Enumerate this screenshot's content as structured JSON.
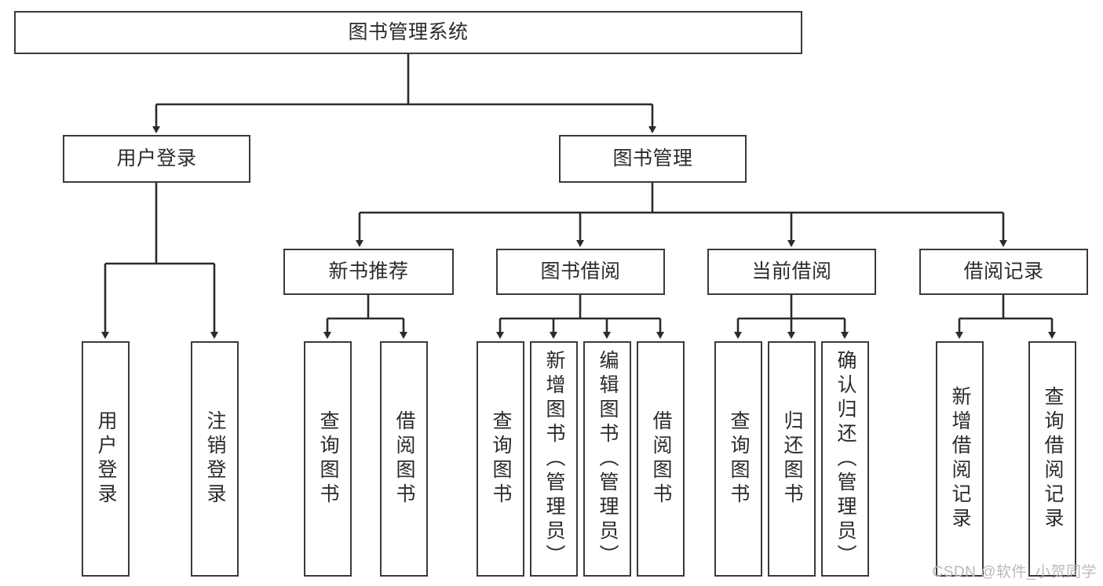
{
  "diagram": {
    "type": "hierarchy-tree",
    "title": "图书管理系统",
    "watermark": "CSDN @软件_小贺同学",
    "colors": {
      "box_border": "#3a3a3a",
      "box_fill": "#ffffff",
      "connector": "#2b2b2b",
      "text": "#2b2b2b",
      "watermark": "#b9b9b9",
      "background": "#ffffff"
    },
    "nodes": {
      "root": {
        "label": "图书管理系统"
      },
      "level2": [
        {
          "label": "用户登录"
        },
        {
          "label": "图书管理"
        }
      ],
      "level3": [
        {
          "label": "新书推荐"
        },
        {
          "label": "图书借阅"
        },
        {
          "label": "当前借阅"
        },
        {
          "label": "借阅记录"
        }
      ],
      "leaves_user_login": [
        {
          "label": "用户登录"
        },
        {
          "label": "注销登录"
        }
      ],
      "leaves_new_book": [
        {
          "label": "查询图书"
        },
        {
          "label": "借阅图书"
        }
      ],
      "leaves_borrow": [
        {
          "label": "查询图书"
        },
        {
          "label": "新增图书（管理员）"
        },
        {
          "label": "编辑图书（管理员）"
        },
        {
          "label": "借阅图书"
        }
      ],
      "leaves_current": [
        {
          "label": "查询图书"
        },
        {
          "label": "归还图书"
        },
        {
          "label": "确认归还（管理员）"
        }
      ],
      "leaves_records": [
        {
          "label": "新增借阅记录"
        },
        {
          "label": "查询借阅记录"
        }
      ]
    }
  }
}
